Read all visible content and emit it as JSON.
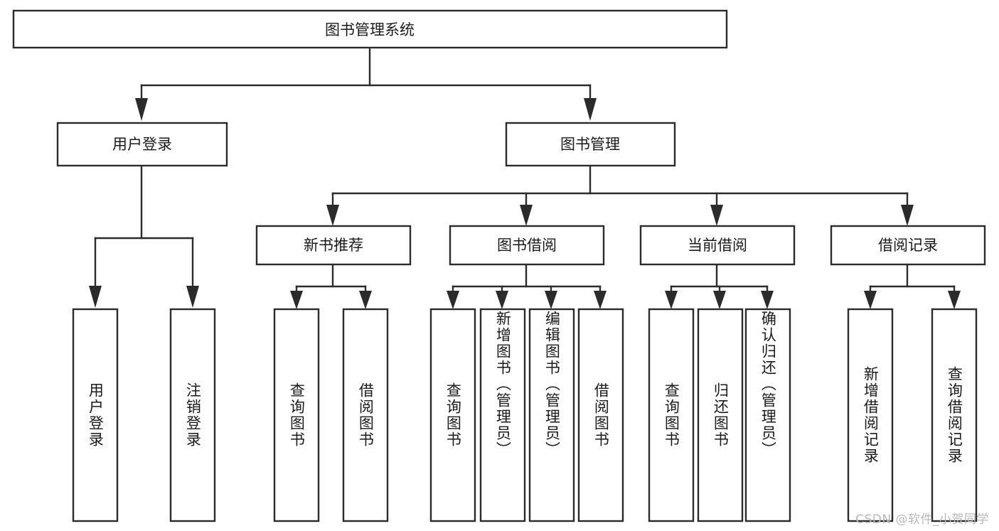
{
  "diagram": {
    "type": "tree-hierarchy",
    "title": "图书管理系统",
    "root": {
      "id": "root",
      "label": "图书管理系统",
      "orientation": "horizontal"
    },
    "level2": [
      {
        "id": "user-login",
        "label": "用户登录",
        "orientation": "horizontal"
      },
      {
        "id": "book-manage",
        "label": "图书管理",
        "orientation": "horizontal"
      }
    ],
    "level3": [
      {
        "id": "new-book-recommend",
        "label": "新书推荐",
        "orientation": "horizontal",
        "parent": "book-manage"
      },
      {
        "id": "book-borrow",
        "label": "图书借阅",
        "orientation": "horizontal",
        "parent": "book-manage"
      },
      {
        "id": "current-borrow",
        "label": "当前借阅",
        "orientation": "horizontal",
        "parent": "book-manage"
      },
      {
        "id": "borrow-record",
        "label": "借阅记录",
        "orientation": "horizontal",
        "parent": "book-manage"
      }
    ],
    "leaves": [
      {
        "id": "leaf-user-login",
        "label": "用户登录",
        "parent": "user-login",
        "orientation": "vertical"
      },
      {
        "id": "leaf-user-logout",
        "label": "注销登录",
        "parent": "user-login",
        "orientation": "vertical"
      },
      {
        "id": "leaf-query-book-1",
        "label": "查询图书",
        "parent": "new-book-recommend",
        "orientation": "vertical"
      },
      {
        "id": "leaf-borrow-book-1",
        "label": "借阅图书",
        "parent": "new-book-recommend",
        "orientation": "vertical"
      },
      {
        "id": "leaf-query-book-2",
        "label": "查询图书",
        "parent": "book-borrow",
        "orientation": "vertical"
      },
      {
        "id": "leaf-add-book",
        "label": "新增图书（管理员）",
        "parent": "book-borrow",
        "orientation": "vertical"
      },
      {
        "id": "leaf-edit-book",
        "label": "编辑图书（管理员）",
        "parent": "book-borrow",
        "orientation": "vertical"
      },
      {
        "id": "leaf-borrow-book-2",
        "label": "借阅图书",
        "parent": "book-borrow",
        "orientation": "vertical"
      },
      {
        "id": "leaf-query-book-3",
        "label": "查询图书",
        "parent": "current-borrow",
        "orientation": "vertical"
      },
      {
        "id": "leaf-return-book",
        "label": "归还图书",
        "parent": "current-borrow",
        "orientation": "vertical"
      },
      {
        "id": "leaf-confirm-return",
        "label": "确认归还（管理员）",
        "parent": "current-borrow",
        "orientation": "vertical"
      },
      {
        "id": "leaf-add-record",
        "label": "新增借阅记录",
        "parent": "borrow-record",
        "orientation": "vertical"
      },
      {
        "id": "leaf-query-record",
        "label": "查询借阅记录",
        "parent": "borrow-record",
        "orientation": "vertical"
      }
    ],
    "colors": {
      "stroke": "#2b2b2b",
      "fill": "#ffffff",
      "text": "#1a1a1a",
      "watermark": "#b9b9b9"
    }
  },
  "watermark": {
    "text": "CSDN @软件_小贺同学"
  }
}
